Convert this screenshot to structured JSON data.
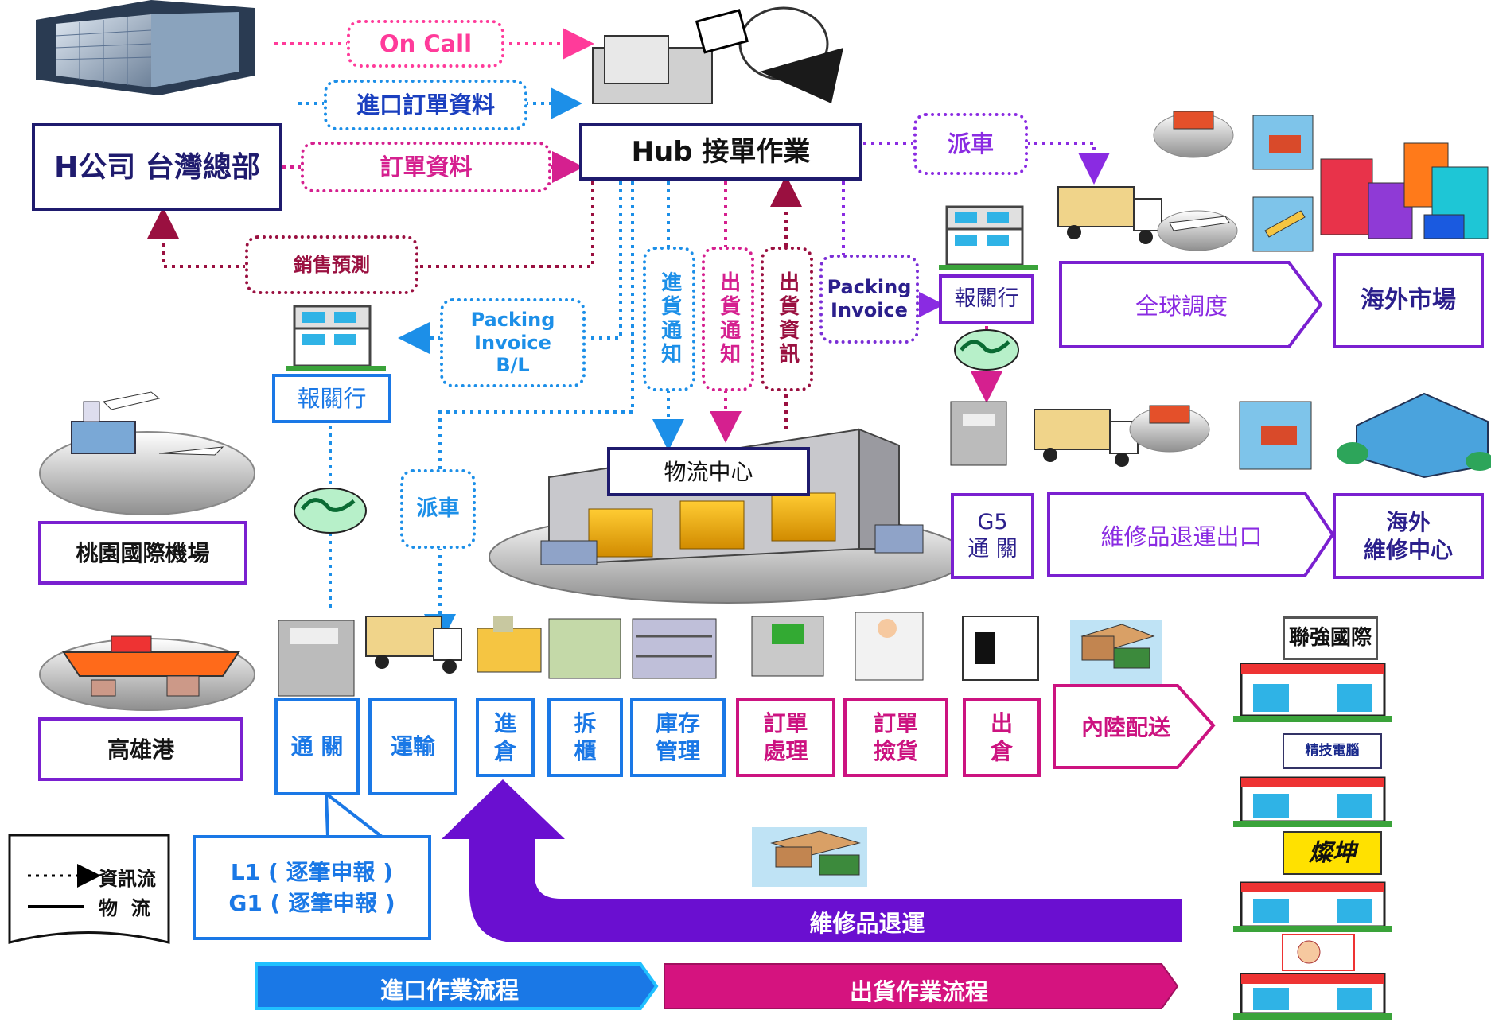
{
  "nodes": {
    "hq": "H公司 台灣總部",
    "hub": "Hub 接單作業",
    "broker_left": "報關行",
    "broker_right": "報關行",
    "airport": "桃園國際機場",
    "seaport": "高雄港",
    "logistics_center": "物流中心",
    "global_dispatch": "全球調度",
    "overseas_market": "海外市場",
    "g5_customs": "G5\n通 關",
    "repair_export": "維修品退運出口",
    "overseas_repair": "海外\n維修中心",
    "l1g1": "L1 ( 逐筆申報 )\nG1 ( 逐筆申報 )"
  },
  "info_labels": {
    "on_call": "On Call",
    "import_order_data": "進口訂單資料",
    "order_data": "訂單資料",
    "sales_forecast": "銷售預測",
    "dispatch_top": "派車",
    "dispatch_left": "派車",
    "packing_left": "Packing\nInvoice\nB/L",
    "packing_right": "Packing\nInvoice",
    "receiving_notice": "進貨通知",
    "shipping_notice": "出貨通知",
    "shipping_info": "出貨資訊"
  },
  "steps": {
    "customs": "通 關",
    "transport": "運輸",
    "receive": "進\n倉",
    "unpack": "拆\n櫃",
    "inventory": "庫存\n管理",
    "order_process": "訂單\n處理",
    "order_pick": "訂單\n撿貨",
    "ship_out": "出\n倉",
    "inland": "內陸配送"
  },
  "bars": {
    "repair_return": "維修品退運",
    "import_flow": "進口作業流程",
    "outbound_flow": "出貨作業流程"
  },
  "legend": {
    "info_flow": "資訊流",
    "physical_flow": "物  流"
  },
  "retailers": {
    "r1": "聯強國際",
    "r2": "精技電腦",
    "r3": "燦坤"
  },
  "colors": {
    "navy": "#1f1b6e",
    "purple": "#7a20d0",
    "blue": "#1a78e6",
    "magenta": "#cc1380",
    "arrow_purple": "#6a0fd0"
  }
}
